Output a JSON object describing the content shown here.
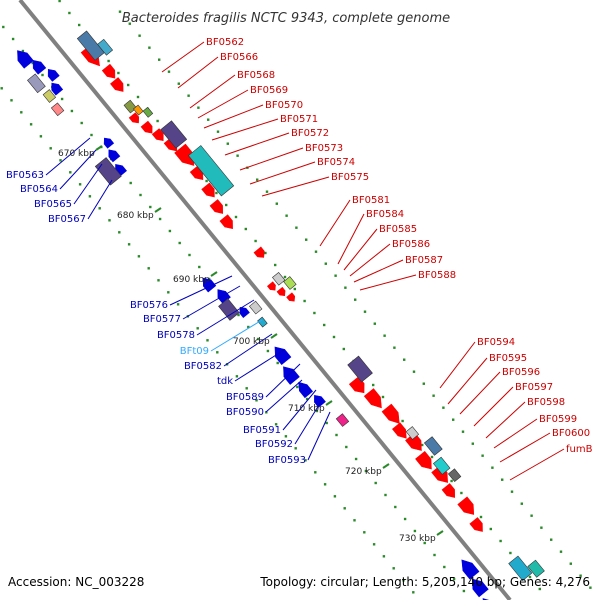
{
  "title": "Bacteroides fragilis NCTC 9343, complete genome",
  "footer": {
    "accession": "Accession: NC_003228",
    "summary": "Topology: circular; Length: 5,205,140 bp; Genes: 4,276"
  },
  "scale_ticks": [
    "670 kbp",
    "680 kbp",
    "690 kbp",
    "700 kbp",
    "710 kbp",
    "720 kbp",
    "730 kbp"
  ],
  "colors": {
    "backbone": "#808080",
    "forward_gene": "#ff0000",
    "reverse_gene": "#0000dd",
    "label_forward": "#cc0000",
    "label_reverse": "#0000bb",
    "label_rna": "#33aaff",
    "ring_dots": "#2a8a2a"
  },
  "labels_forward": [
    "BF0562",
    "BF0566",
    "BF0568",
    "BF0569",
    "BF0570",
    "BF0571",
    "BF0572",
    "BF0573",
    "BF0574",
    "BF0575",
    "BF0581",
    "BF0584",
    "BF0585",
    "BF0586",
    "BF0587",
    "BF0588",
    "BF0594",
    "BF0595",
    "BF0596",
    "BF0597",
    "BF0598",
    "BF0599",
    "BF0600",
    "fumB"
  ],
  "labels_reverse": [
    "BF0563",
    "BF0564",
    "BF0565",
    "BF0567",
    "BF0576",
    "BF0577",
    "BF0578",
    "BFt09",
    "BF0582",
    "tdk",
    "BF0589",
    "BF0590",
    "BF0591",
    "BF0592",
    "BF0593"
  ]
}
